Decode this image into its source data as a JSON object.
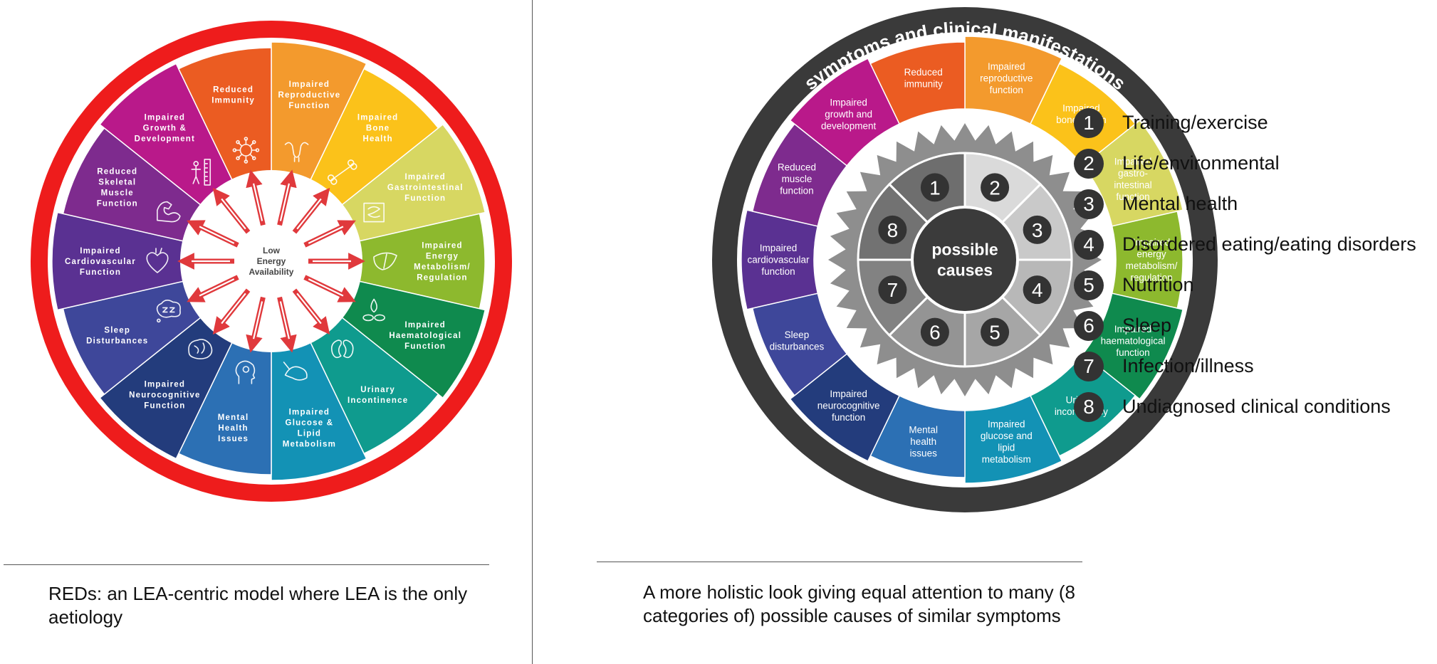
{
  "left_wheel": {
    "title": "REDs",
    "center_label": [
      "Low",
      "Energy",
      "Availability"
    ],
    "segments": [
      {
        "label": [
          "Impaired",
          "Reproductive",
          "Function"
        ],
        "color": "#F39A2D",
        "icon": "uterus-icon"
      },
      {
        "label": [
          "Impaired",
          "Bone",
          "Health"
        ],
        "color": "#FBC21A",
        "icon": "bone-icon"
      },
      {
        "label": [
          "Impaired",
          "Gastrointestinal",
          "Function"
        ],
        "color": "#D7D762",
        "icon": "intestines-icon"
      },
      {
        "label": [
          "Impaired",
          "Energy",
          "Metabolism/",
          "Regulation"
        ],
        "color": "#8DB92E",
        "icon": "liver-icon"
      },
      {
        "label": [
          "Impaired",
          "Haematological",
          "Function"
        ],
        "color": "#0F8A4E",
        "icon": "blood-cells-icon"
      },
      {
        "label": [
          "Urinary",
          "Incontinence"
        ],
        "color": "#0F9B8E",
        "icon": "kidney-icon"
      },
      {
        "label": [
          "Impaired",
          "Glucose &",
          "Lipid",
          "Metabolism"
        ],
        "color": "#1392B5",
        "icon": "pancreas-icon"
      },
      {
        "label": [
          "Mental",
          "Health",
          "Issues"
        ],
        "color": "#2C70B4",
        "icon": "head-icon"
      },
      {
        "label": [
          "Impaired",
          "Neurocognitive",
          "Function"
        ],
        "color": "#233C7C",
        "icon": "brain-icon"
      },
      {
        "label": [
          "Sleep",
          "Disturbances"
        ],
        "color": "#3E479A",
        "icon": "sleep-icon"
      },
      {
        "label": [
          "Impaired",
          "Cardiovascular",
          "Function"
        ],
        "color": "#5A3192",
        "icon": "heart-icon"
      },
      {
        "label": [
          "Reduced",
          "Skeletal",
          "Muscle",
          "Function"
        ],
        "color": "#7E2B8E",
        "icon": "muscle-icon"
      },
      {
        "label": [
          "Impaired",
          "Growth &",
          "Development"
        ],
        "color": "#B9198A",
        "icon": "height-measure-icon"
      },
      {
        "label": [
          "Reduced",
          "Immunity"
        ],
        "color": "#EB5C22",
        "icon": "virus-icon"
      }
    ]
  },
  "right_wheel": {
    "arc_title": "symptoms and clinical manifestations",
    "center_label": [
      "possible",
      "causes"
    ],
    "segments": [
      {
        "label": [
          "Impaired",
          "reproductive",
          "function"
        ],
        "color": "#F39A2D"
      },
      {
        "label": [
          "Impaired",
          "bone health"
        ],
        "color": "#FBC21A"
      },
      {
        "label": [
          "Impaired",
          "gastro-",
          "intestinal",
          "function"
        ],
        "color": "#D7D762"
      },
      {
        "label": [
          "Impaired",
          "energy",
          "metabolism/",
          "regulation"
        ],
        "color": "#8DB92E"
      },
      {
        "label": [
          "Impaired",
          "haematological",
          "function"
        ],
        "color": "#0F8A4E"
      },
      {
        "label": [
          "Urinary",
          "incontinency"
        ],
        "color": "#0F9B8E"
      },
      {
        "label": [
          "Impaired",
          "glucose and",
          "lipid",
          "metabolism"
        ],
        "color": "#1392B5"
      },
      {
        "label": [
          "Mental",
          "health",
          "issues"
        ],
        "color": "#2C70B4"
      },
      {
        "label": [
          "Impaired",
          "neurocognitive",
          "function"
        ],
        "color": "#233C7C"
      },
      {
        "label": [
          "Sleep",
          "disturbances"
        ],
        "color": "#3E479A"
      },
      {
        "label": [
          "Impaired",
          "cardiovascular",
          "function"
        ],
        "color": "#5A3192"
      },
      {
        "label": [
          "Reduced",
          "muscle",
          "function"
        ],
        "color": "#7E2B8E"
      },
      {
        "label": [
          "Impaired",
          "growth and",
          "development"
        ],
        "color": "#B9198A"
      },
      {
        "label": [
          "Reduced",
          "immunity"
        ],
        "color": "#EB5C22"
      }
    ],
    "cause_numbers": [
      "1",
      "2",
      "3",
      "4",
      "5",
      "6",
      "7",
      "8"
    ],
    "cause_colors": [
      "#6E6E6E",
      "#DADADA",
      "#C9C9C9",
      "#B8B8B8",
      "#A6A6A6",
      "#949494",
      "#828282",
      "#727272"
    ]
  },
  "legend": [
    {
      "num": "1",
      "label": "Training/exercise"
    },
    {
      "num": "2",
      "label": "Life/environmental"
    },
    {
      "num": "3",
      "label": "Mental health"
    },
    {
      "num": "4",
      "label": "Disordered eating/eating disorders"
    },
    {
      "num": "5",
      "label": "Nutrition"
    },
    {
      "num": "6",
      "label": "Sleep"
    },
    {
      "num": "7",
      "label": "Infection/illness"
    },
    {
      "num": "8",
      "label": "Undiagnosed clinical conditions"
    }
  ],
  "captions": {
    "left": "REDs: an LEA-centric model where LEA is the only aetiology",
    "right": "A more holistic look giving equal attention to many (8 categories of) possible causes of similar  symptoms"
  },
  "colors": {
    "reds_ring": "#EE1C1C",
    "dark_ring": "#3A3A3A",
    "gear": "#8E8E8E",
    "arrow": "#E0393C",
    "number_badge": "#333333"
  }
}
